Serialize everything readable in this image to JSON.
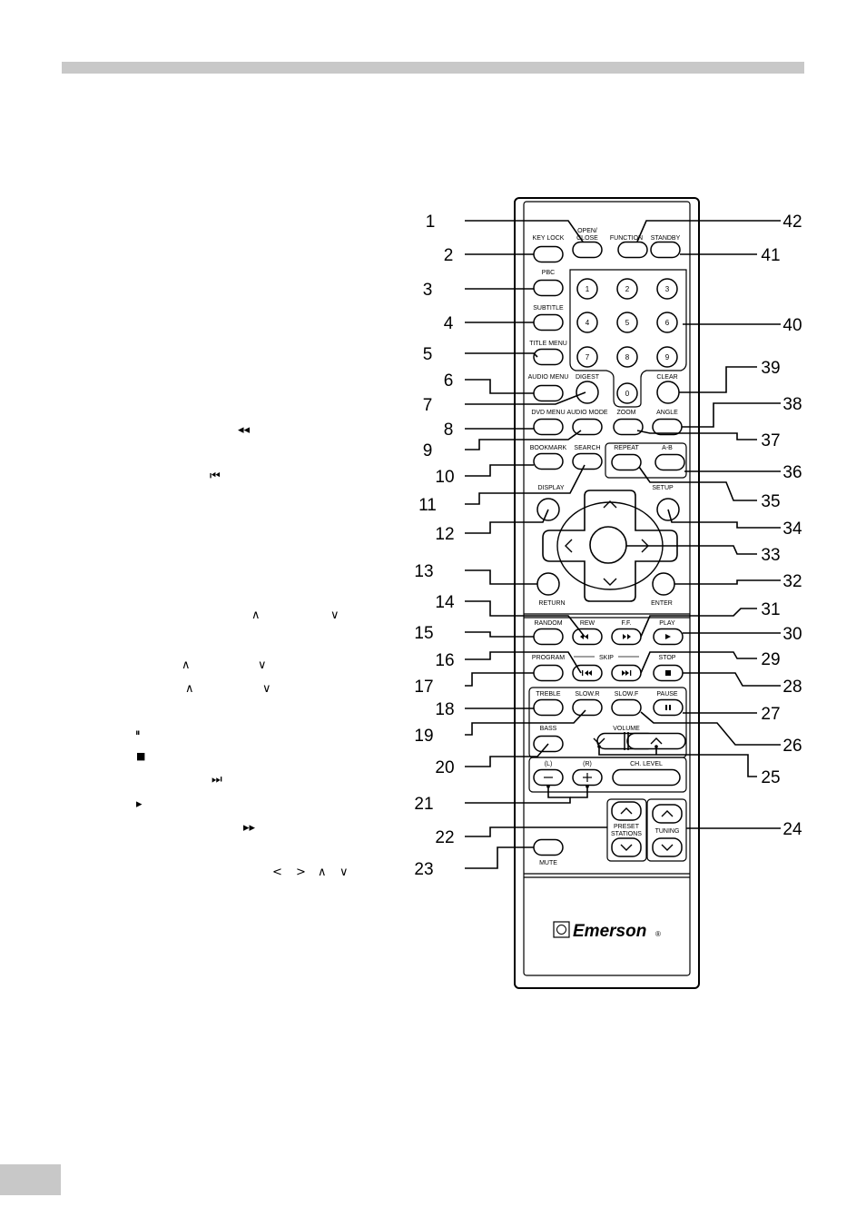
{
  "brand": "Emerson",
  "brand_mark": "®",
  "buttons": {
    "open_close_1": "OPEN/",
    "open_close_2": "CLOSE",
    "function": "FUNCTION",
    "standby": "STANDBY",
    "key_lock": "KEY LOCK",
    "pbc": "PBC",
    "subtitle": "SUBTITLE",
    "title_menu": "TITLE MENU",
    "audio_menu": "AUDIO MENU",
    "digest": "DIGEST",
    "clear": "CLEAR",
    "dvd_menu": "DVD MENU",
    "audio_mode": "AUDIO MODE",
    "zoom": "ZOOM",
    "angle": "ANGLE",
    "bookmark": "BOOKMARK",
    "search": "SEARCH",
    "repeat": "REPEAT",
    "ab": "A-B",
    "display": "DISPLAY",
    "setup": "SETUP",
    "return": "RETURN",
    "enter": "ENTER",
    "random": "RANDOM",
    "rew": "REW",
    "ff": "F.F.",
    "play": "PLAY",
    "skip": "SKIP",
    "program": "PROGRAM",
    "stop": "STOP",
    "treble": "TREBLE",
    "slow_r": "SLOW.R",
    "slow_f": "SLOW.F",
    "pause": "PAUSE",
    "volume": "VOLUME",
    "bass": "BASS",
    "left": "(L)",
    "right": "(R)",
    "ch_level": "CH. LEVEL",
    "preset_1": "PRESET",
    "preset_2": "STATIONS",
    "tuning": "TUNING",
    "mute": "MUTE",
    "minus": "−",
    "plus": "+"
  },
  "digits": [
    "1",
    "2",
    "3",
    "4",
    "5",
    "6",
    "7",
    "8",
    "9",
    "0"
  ],
  "callouts": [
    "1",
    "2",
    "3",
    "4",
    "5",
    "6",
    "7",
    "8",
    "9",
    "10",
    "11",
    "12",
    "13",
    "14",
    "15",
    "16",
    "17",
    "18",
    "19",
    "20",
    "21",
    "22",
    "23",
    "24",
    "25",
    "26",
    "27",
    "28",
    "29",
    "30",
    "31",
    "32",
    "33",
    "34",
    "35",
    "36",
    "37",
    "38",
    "39",
    "40",
    "41",
    "42"
  ],
  "left_glyphs": {
    "rew": "◂◂",
    "skip_back": "⏮",
    "up1": "∧",
    "down1": "∨",
    "up2": "∧",
    "down2": "∨",
    "up3": "∧",
    "down3": "∨",
    "pause": "⏸",
    "stop": "■",
    "skip_fwd": "⏭",
    "play": "▸",
    "ff": "▸▸",
    "nav_left": "<",
    "nav_right": ">",
    "nav_up": "∧",
    "nav_down": "∨"
  }
}
